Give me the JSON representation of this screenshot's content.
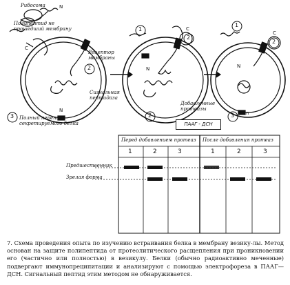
{
  "diagram": {
    "labels": {
      "ribosome": "Рибосома",
      "free_polypeptide": "Полипептид не прошедший мембрану",
      "receptor_membrane": "Рецептор мембраны",
      "signal_peptidase": "Сигнальная пептидаза",
      "added_proteases": "Добавленные протеазы",
      "full_transfer": "Полный перенос секретируемого белка",
      "paag_box": "ПААГ - ДСН",
      "before_proteases": "Перед добавлением протеаз",
      "after_proteases": "После добавления протеаз",
      "precursor": "Предшественник",
      "mature_form": "Зрелая форма"
    },
    "step_numbers": [
      "1",
      "2",
      "3"
    ],
    "lane_numbers_left": [
      "1",
      "2",
      "3"
    ],
    "lane_numbers_right": [
      "1",
      "2",
      "3"
    ],
    "letters": {
      "n": "N",
      "c": "C",
      "n_small": "n"
    }
  },
  "caption": {
    "number": "7.",
    "text": "Схема проведения опыта по изучению встраивания белка в мембрану везику-лы. Метод основан на защите полипептида от протеолитического расщепления при проникновении его (частично или полностью) в везикулу. Белки (обычно радиоактивно меченные) подвергают иммунопреципитации и анализируют с помощью электрофореза в ПААГ—ДСН. Сигнальный пептид этим методом не обнаруживается."
  }
}
